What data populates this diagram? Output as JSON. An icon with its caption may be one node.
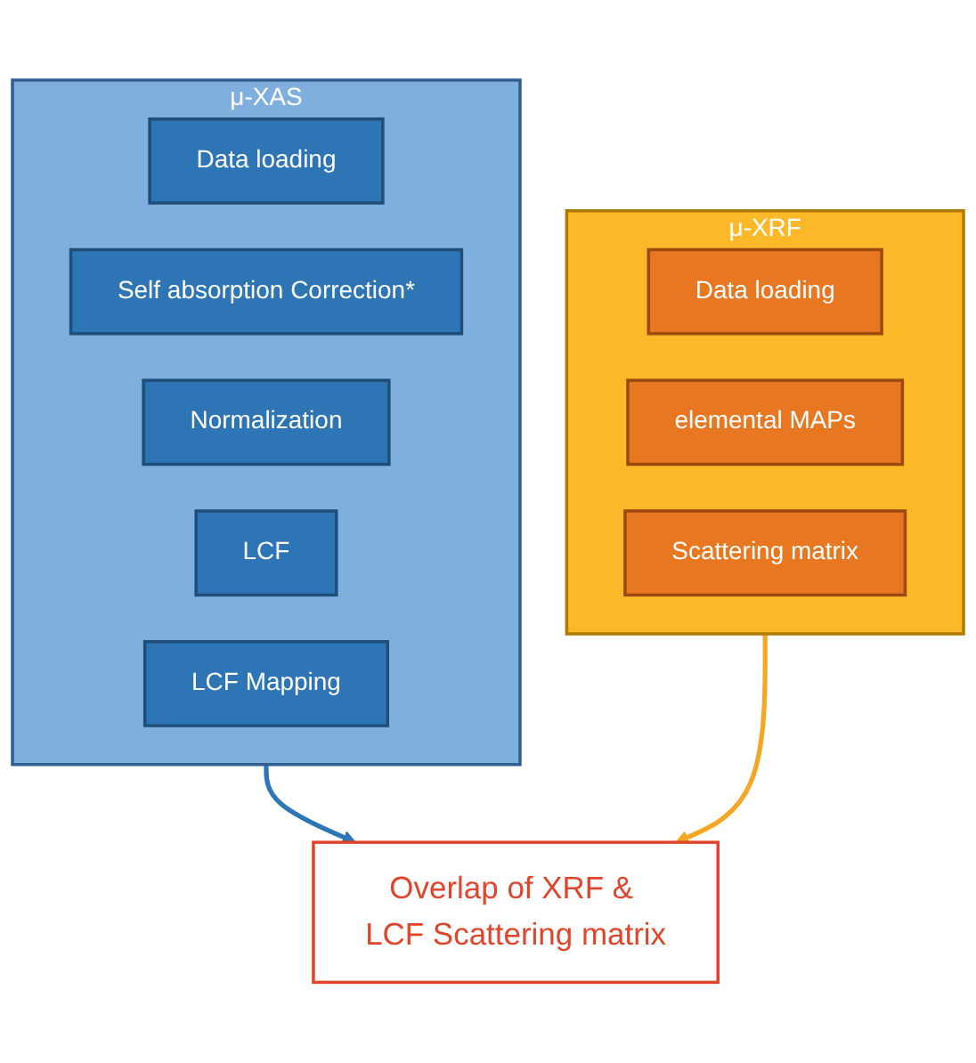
{
  "diagram": {
    "nodes": [
      {
        "text": [
          "μ-XAS"
        ]
      },
      {
        "text": [
          "Data loading"
        ],
        "in": 0
      },
      {
        "text": [
          "Self absorption Correction*"
        ],
        "in": 0
      },
      {
        "text": [
          "Normalization"
        ],
        "in": 0
      },
      {
        "text": [
          "LCF"
        ],
        "in": 0
      },
      {
        "text": [
          "LCF Mapping"
        ],
        "in": 0
      },
      {
        "text": [
          "μ-XRF"
        ]
      },
      {
        "text": [
          "Data loading"
        ],
        "in": 6
      },
      {
        "text": [
          "elemental MAPs"
        ],
        "in": 6
      },
      {
        "text": [
          "Scattering matrix"
        ],
        "in": 6
      },
      {
        "text": [
          "Overlap of XRF & LCF Scattering matrix"
        ]
      }
    ],
    "edges": [
      {
        "from": 0,
        "to": 10,
        "arrow": "to",
        "color": "#2e75b6"
      },
      {
        "from": 6,
        "to": 10,
        "arrow": "to",
        "color": "#f5a623"
      }
    ]
  }
}
